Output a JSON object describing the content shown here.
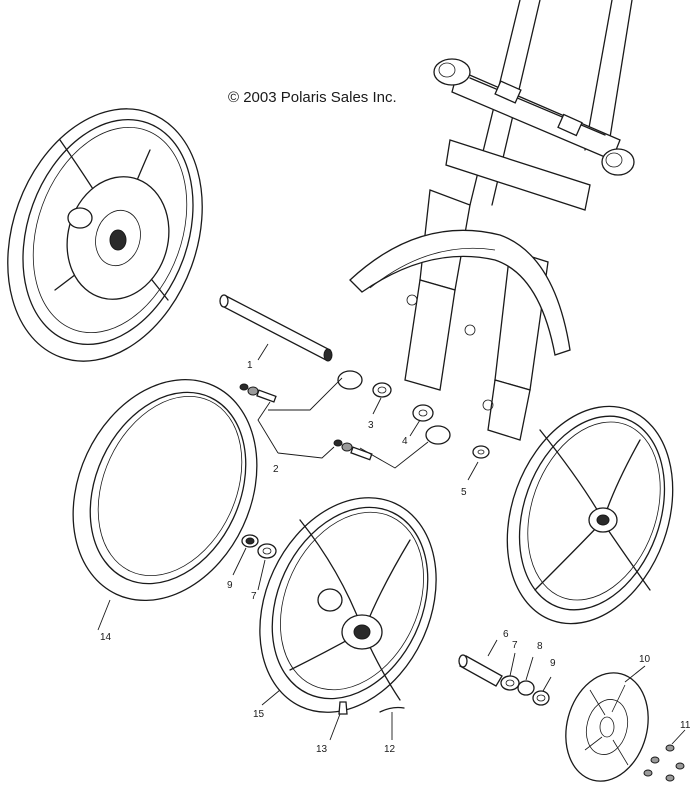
{
  "copyright": "© 2003 Polaris Sales Inc.",
  "callouts": {
    "c1": "1",
    "c2": "2",
    "c3": "3",
    "c4": "4",
    "c5": "5",
    "c6": "6",
    "c7a": "7",
    "c7b": "7",
    "c8": "8",
    "c9a": "9",
    "c9b": "9",
    "c10": "10",
    "c11": "11",
    "c12": "12",
    "c13": "13",
    "c14": "14",
    "c15": "15"
  }
}
